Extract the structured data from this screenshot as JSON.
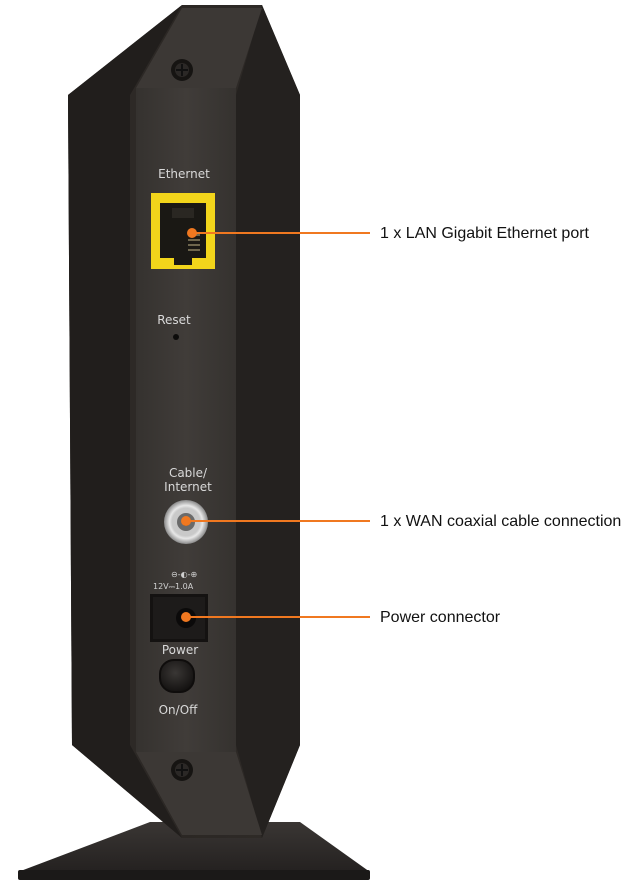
{
  "device": {
    "labels": {
      "ethernet": "Ethernet",
      "reset": "Reset",
      "cable_internet": "Cable/\nInternet",
      "power": "Power",
      "on_off": "On/Off",
      "power_polarity": "⊖-◐-⊕",
      "power_rating": "12V⎓1.0A"
    }
  },
  "callouts": [
    {
      "text": "1 x LAN Gigabit Ethernet port"
    },
    {
      "text": "1 x WAN coaxial cable connection"
    },
    {
      "text": "Power connector"
    }
  ],
  "colors": {
    "body": "#2a2624",
    "body_edge": "#3a3532",
    "panel": "#3b3836",
    "ethernet_port": "#f2d51b",
    "callout_line": "#f07820",
    "callout_dot": "#f07820"
  }
}
